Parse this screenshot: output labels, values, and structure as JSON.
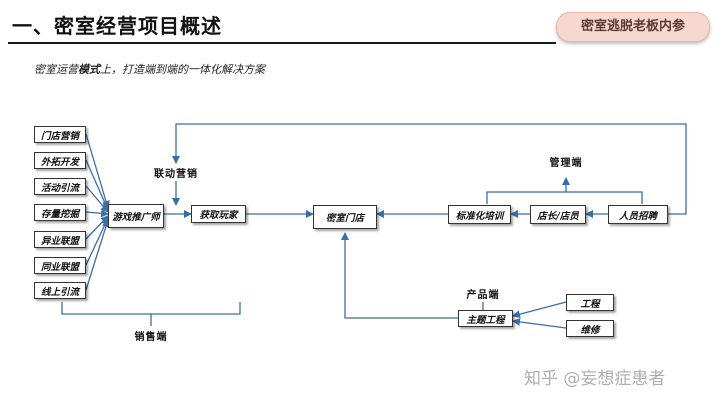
{
  "header": {
    "title": "一、密室经营项目概述",
    "badge": "密室逃脱老板内参"
  },
  "subtitle": {
    "prefix": "密室运营",
    "bold": "模式",
    "suffix": "上，打造端到端的一体化解决方案"
  },
  "diagram": {
    "channels": [
      "门店营销",
      "外拓开发",
      "活动引流",
      "存量挖掘",
      "异业联盟",
      "同业联盟",
      "线上引流"
    ],
    "sales_label": "销售端",
    "linkage_label": "联动营销",
    "promoter": "游戏推广师",
    "get_players": "获取玩家",
    "store": "密室门店",
    "management_label": "管理端",
    "standard_training": "标准化培训",
    "manager": "店长/店员",
    "recruitment": "人员招聘",
    "product_label": "产品端",
    "theme_engineering": "主题工程",
    "engineering": "工程",
    "maintenance": "维修"
  },
  "watermark": "知乎 @妄想症患者"
}
